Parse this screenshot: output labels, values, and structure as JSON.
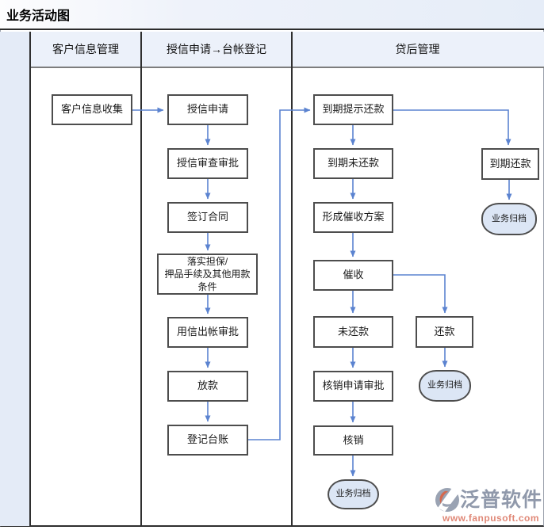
{
  "title": "业务活动图",
  "lanes": [
    {
      "label": "客户信息管理"
    },
    {
      "label": "授信申请→台帐登记"
    },
    {
      "label": "贷后管理"
    }
  ],
  "nodes": {
    "collect_info": {
      "label": "客户信息收集",
      "shape": "box"
    },
    "credit_apply": {
      "label": "授信申请",
      "shape": "box"
    },
    "credit_review": {
      "label": "授信审查审批",
      "shape": "box"
    },
    "sign_contract": {
      "label": "签订合同",
      "shape": "box"
    },
    "implement_guarantee": {
      "label": "落实担保/\n押品手续及其他用款条件",
      "shape": "box"
    },
    "disburse_review": {
      "label": "用信出帐审批",
      "shape": "box"
    },
    "loan_release": {
      "label": "放款",
      "shape": "box"
    },
    "register_ledger": {
      "label": "登记台账",
      "shape": "box"
    },
    "due_reminder": {
      "label": "到期提示还款",
      "shape": "box"
    },
    "due_unpaid": {
      "label": "到期未还款",
      "shape": "box"
    },
    "collection_plan": {
      "label": "形成催收方案",
      "shape": "box"
    },
    "collection": {
      "label": "催收",
      "shape": "box"
    },
    "unpaid": {
      "label": "未还款",
      "shape": "box"
    },
    "writeoff_apply": {
      "label": "核销申请审批",
      "shape": "box"
    },
    "writeoff": {
      "label": "核销",
      "shape": "box"
    },
    "due_paid": {
      "label": "到期还款",
      "shape": "box"
    },
    "paid": {
      "label": "还款",
      "shape": "box"
    },
    "archive_due_paid": {
      "label": "业务归档",
      "shape": "terminator"
    },
    "archive_paid": {
      "label": "业务归档",
      "shape": "terminator"
    },
    "archive_writeoff": {
      "label": "业务归档",
      "shape": "terminator"
    }
  },
  "watermark": {
    "brand": "泛普软件",
    "url": "www.fanpusoft.com"
  },
  "colors": {
    "arrow": "#5b83d0",
    "box_border": "#4d4d4d",
    "terminator_fill": "#dce6f5",
    "left_column_fill": "#e4ebf7",
    "header_fill": "#ecf1fa",
    "watermark_brand": "#9099ab",
    "watermark_url": "#e08877",
    "watermark_accent": "#d4694f"
  }
}
